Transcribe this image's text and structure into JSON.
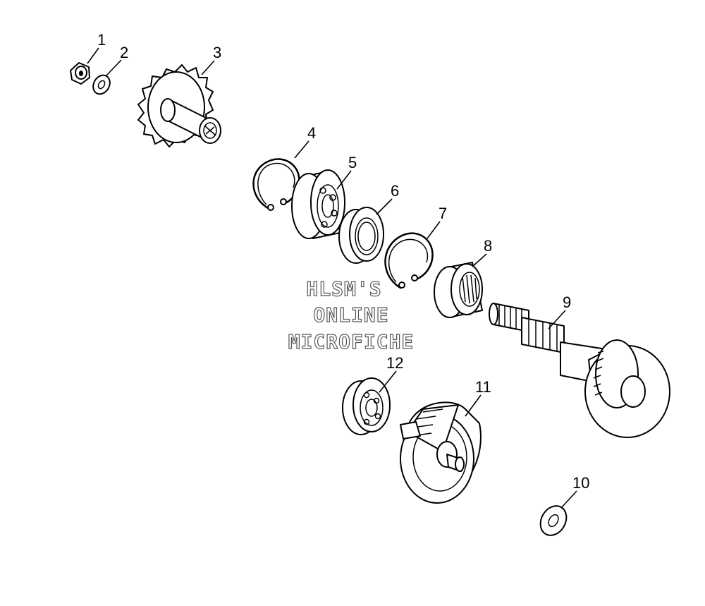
{
  "watermark": {
    "line1": "HLSM'S",
    "line2": "ONLINE",
    "line3": "MICROFICHE"
  },
  "callouts": {
    "c1": "1",
    "c2": "2",
    "c3": "3",
    "c4": "4",
    "c5": "5",
    "c6": "6",
    "c7": "7",
    "c8": "8",
    "c9": "9",
    "c10": "10",
    "c11": "11",
    "c12": "12"
  },
  "colors": {
    "ink": "#000000",
    "paper": "#ffffff",
    "watermark_outline": "#555555"
  }
}
